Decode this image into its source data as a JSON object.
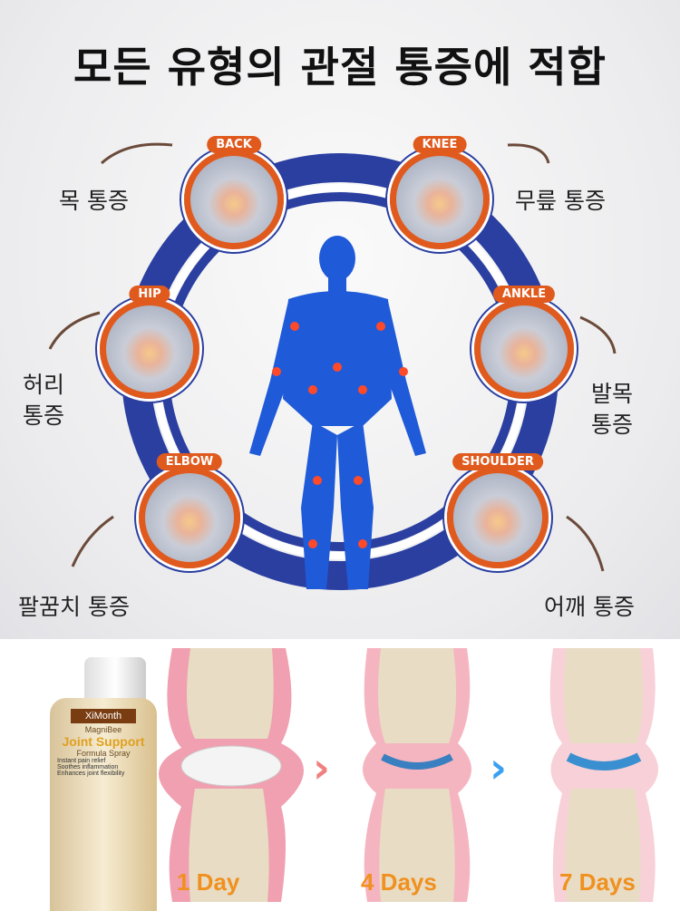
{
  "title": "모든 유형의 관절 통증에 적합",
  "spots": [
    {
      "label": "BACK"
    },
    {
      "label": "KNEE"
    },
    {
      "label": "HIP"
    },
    {
      "label": "ANKLE"
    },
    {
      "label": "ELBOW"
    },
    {
      "label": "SHOULDER"
    }
  ],
  "captions": {
    "neck": "목 통증",
    "knee": "무릎 통증",
    "waist": "허리\n통증",
    "ankle": "발목\n통증",
    "elbow": "팔꿈치 통증",
    "shoulder": "어깨 통증"
  },
  "product": {
    "brand": "XiMonth",
    "line": "MagniBee",
    "name": "Joint Support",
    "type": "Formula Spray",
    "benefits": [
      "Instant pain relief",
      "Soothes inflammation",
      "Enhances joint flexibility"
    ]
  },
  "stages": [
    "1 Day",
    "4 Days",
    "7 Days"
  ],
  "colors": {
    "ring": "#2a3fa0",
    "accent": "#e05a1e",
    "days": "#f0901e"
  }
}
